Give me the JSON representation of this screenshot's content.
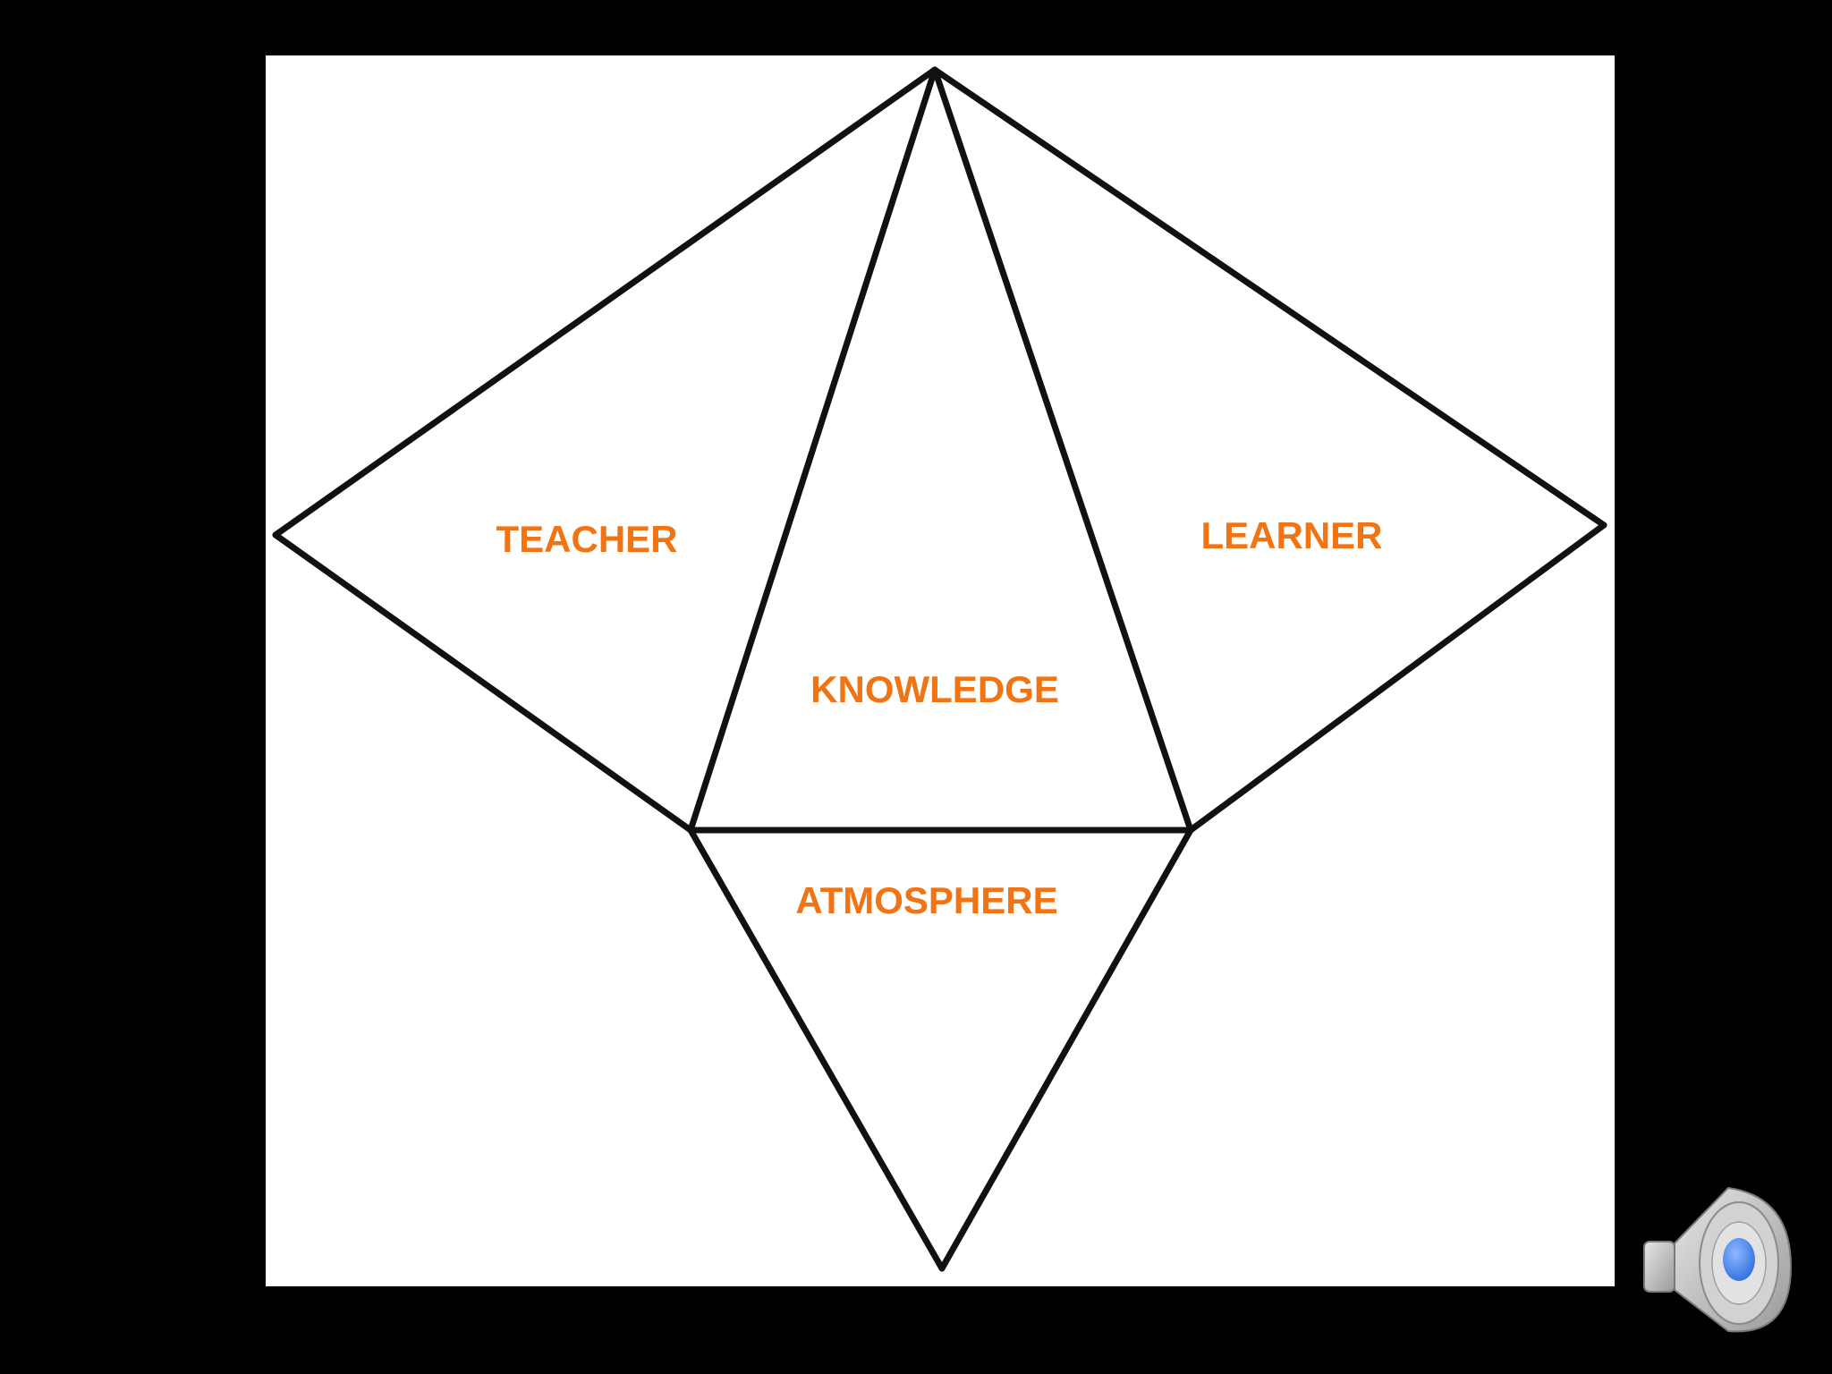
{
  "colors": {
    "background": "#000000",
    "panel": "#ffffff",
    "lines": "#111111",
    "label": "#f07414",
    "speaker_body": "#b8b8b8",
    "speaker_dot": "#2f6fe0"
  },
  "diagram": {
    "labels": {
      "teacher": "TEACHER",
      "learner": "LEARNER",
      "knowledge": "KNOWLEDGE",
      "atmosphere": "ATMOSPHERE"
    }
  },
  "icons": {
    "speaker": "audio-speaker-icon"
  }
}
